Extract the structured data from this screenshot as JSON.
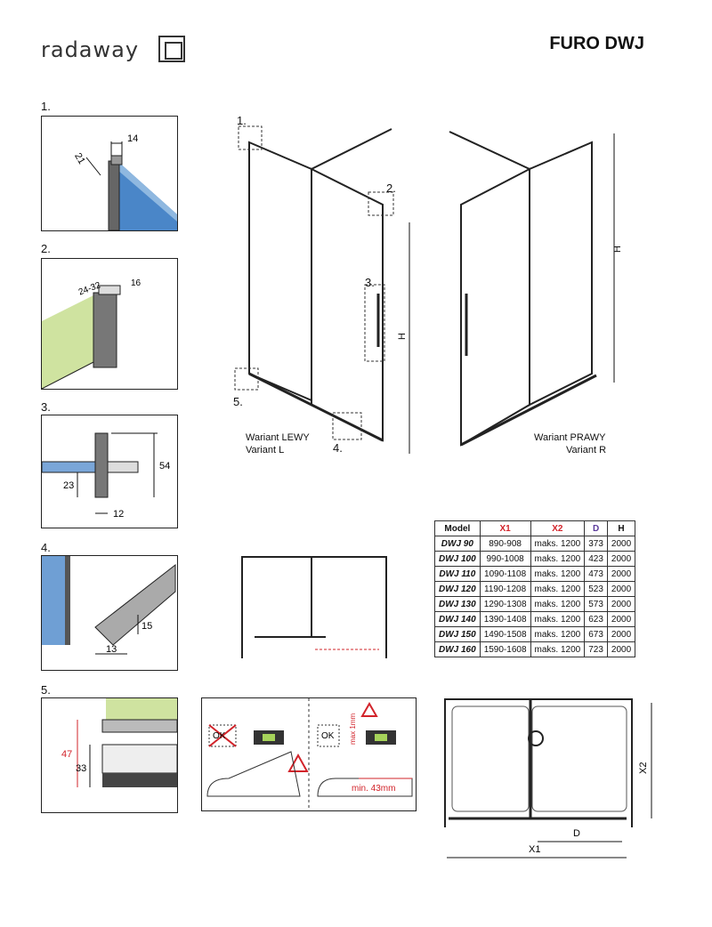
{
  "header": {
    "brand": "radaway",
    "title": "FURO DWJ"
  },
  "details": {
    "d1": {
      "num": "1.",
      "w": "14",
      "d": "21"
    },
    "d2": {
      "num": "2.",
      "range": "24-32",
      "w": "16"
    },
    "d3": {
      "num": "3.",
      "h1": "54",
      "h2": "23",
      "w": "12"
    },
    "d4": {
      "num": "4.",
      "h": "15",
      "w": "13"
    },
    "d5": {
      "num": "5.",
      "h1": "47",
      "h2": "33"
    }
  },
  "views": {
    "left": {
      "line1": "Wariant LEWY",
      "line2": "Variant L",
      "h": "H",
      "callouts": [
        "1.",
        "2.",
        "3.",
        "4.",
        "5."
      ]
    },
    "right": {
      "line1": "Wariant PRAWY",
      "line2": "Variant R",
      "h": "H"
    }
  },
  "table": {
    "headers": [
      "Model",
      "X1",
      "X2",
      "D",
      "H"
    ],
    "header_colors": [
      "#111111",
      "#d2232a",
      "#d2232a",
      "#5b3a9b",
      "#111111"
    ],
    "rows": [
      [
        "DWJ 90",
        "890-908",
        "maks. 1200",
        "373",
        "2000"
      ],
      [
        "DWJ 100",
        "990-1008",
        "maks. 1200",
        "423",
        "2000"
      ],
      [
        "DWJ 110",
        "1090-1108",
        "maks. 1200",
        "473",
        "2000"
      ],
      [
        "DWJ 120",
        "1190-1208",
        "maks. 1200",
        "523",
        "2000"
      ],
      [
        "DWJ 130",
        "1290-1308",
        "maks. 1200",
        "573",
        "2000"
      ],
      [
        "DWJ 140",
        "1390-1408",
        "maks. 1200",
        "623",
        "2000"
      ],
      [
        "DWJ 150",
        "1490-1508",
        "maks. 1200",
        "673",
        "2000"
      ],
      [
        "DWJ 160",
        "1590-1608",
        "maks. 1200",
        "723",
        "2000"
      ]
    ]
  },
  "level": {
    "ok1": "OK",
    "ok2": "OK",
    "max": "max 1mm",
    "min": "min. 43mm"
  },
  "plan": {
    "x1": "X1",
    "x2": "X2",
    "d": "D"
  }
}
